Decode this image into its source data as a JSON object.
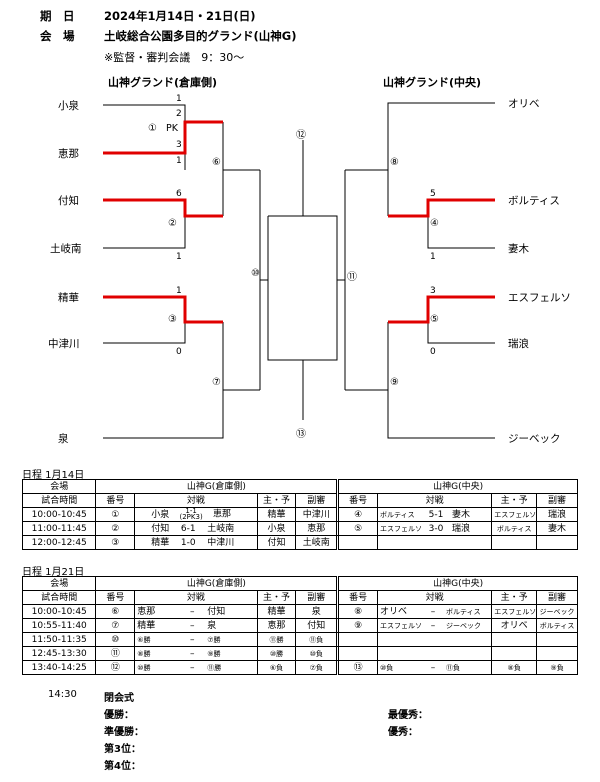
{
  "header": {
    "date_label": "期　日",
    "date_value": "2024年1月14日・21日(日)",
    "venue_label": "会　場",
    "venue_value": "土岐総合公園多目的グランド(山神G)",
    "meeting": "※監督・審判会議　9：30～"
  },
  "bracket": {
    "left_title": "山神グランド(倉庫側)",
    "right_title": "山神グランド(中央)",
    "left_teams": [
      "小泉",
      "恵那",
      "付知",
      "土岐南",
      "精華",
      "中津川",
      "泉"
    ],
    "right_teams": [
      "オリベ",
      "ボルティス",
      "妻木",
      "エスフェルソ",
      "瑞浪",
      "ジーベック"
    ],
    "match_marks": [
      "①",
      "②",
      "③",
      "④",
      "⑤",
      "⑥",
      "⑦",
      "⑧",
      "⑨",
      "⑩",
      "⑪",
      "⑫",
      "⑬"
    ],
    "pk": "PK",
    "scores": {
      "m1_top": "1",
      "m1_pk_top": "2",
      "m1_pk_bottom": "3",
      "m1_bottom": "1",
      "m2_top": "6",
      "m2_bottom": "1",
      "m3_top": "1",
      "m3_bottom": "0",
      "m4_top": "5",
      "m4_bottom": "1",
      "m5_top": "3",
      "m5_bottom": "0"
    }
  },
  "schedule1": {
    "title": "日程 1月14日",
    "venue_label": "会場",
    "left_venue": "山神G(倉庫側)",
    "right_venue": "山神G(中央)",
    "time_label": "試合時間",
    "no_label": "番号",
    "match_label": "対戦",
    "ref_label": "主・予",
    "sub_label": "副審",
    "rows": [
      {
        "time": "10:00-10:45",
        "l_no": "①",
        "l_a": "小泉",
        "l_score": "1-1",
        "l_pk": "(2PK3)",
        "l_b": "恵那",
        "l_ref": "精華",
        "l_sub": "中津川",
        "r_no": "④",
        "r_a": "ボルティス",
        "r_score": "5-1",
        "r_b": "妻木",
        "r_ref": "エスフェルソ",
        "r_sub": "瑞浪"
      },
      {
        "time": "11:00-11:45",
        "l_no": "②",
        "l_a": "付知",
        "l_score": "6-1",
        "l_pk": "",
        "l_b": "土岐南",
        "l_ref": "小泉",
        "l_sub": "恵那",
        "r_no": "⑤",
        "r_a": "エスフェルソ",
        "r_score": "3-0",
        "r_b": "瑞浪",
        "r_ref": "ボルティス",
        "r_sub": "妻木"
      },
      {
        "time": "12:00-12:45",
        "l_no": "③",
        "l_a": "精華",
        "l_score": "1-0",
        "l_pk": "",
        "l_b": "中津川",
        "l_ref": "付知",
        "l_sub": "土岐南",
        "r_no": "",
        "r_a": "",
        "r_score": "",
        "r_b": "",
        "r_ref": "",
        "r_sub": ""
      }
    ]
  },
  "schedule2": {
    "title": "日程 1月21日",
    "venue_label": "会場",
    "left_venue": "山神G(倉庫側)",
    "right_venue": "山神G(中央)",
    "time_label": "試合時間",
    "no_label": "番号",
    "match_label": "対戦",
    "ref_label": "主・予",
    "sub_label": "副審",
    "rows": [
      {
        "time": "10:00-10:45",
        "l_no": "⑥",
        "l_a": "恵那",
        "l_dash": "–",
        "l_b": "付知",
        "l_ref": "精華",
        "l_sub": "泉",
        "r_no": "⑧",
        "r_a": "オリベ",
        "r_dash": "–",
        "r_b": "ボルティス",
        "r_ref": "エスフェルソ",
        "r_sub": "ジーベック"
      },
      {
        "time": "10:55-11:40",
        "l_no": "⑦",
        "l_a": "精華",
        "l_dash": "–",
        "l_b": "泉",
        "l_ref": "恵那",
        "l_sub": "付知",
        "r_no": "⑨",
        "r_a": "エスフェルソ",
        "r_dash": "–",
        "r_b": "ジーベック",
        "r_ref": "オリベ",
        "r_sub": "ボルティス"
      },
      {
        "time": "11:50-11:35",
        "l_no": "⑩",
        "l_a": "⑥勝",
        "l_dash": "–",
        "l_b": "⑦勝",
        "l_ref": "⑪勝",
        "l_sub": "⑪負",
        "r_no": "",
        "r_a": "",
        "r_dash": "",
        "r_b": "",
        "r_ref": "",
        "r_sub": ""
      },
      {
        "time": "12:45-13:30",
        "l_no": "⑪",
        "l_a": "⑧勝",
        "l_dash": "–",
        "l_b": "⑨勝",
        "l_ref": "⑩勝",
        "l_sub": "⑩負",
        "r_no": "",
        "r_a": "",
        "r_dash": "",
        "r_b": "",
        "r_ref": "",
        "r_sub": ""
      },
      {
        "time": "13:40-14:25",
        "l_no": "⑫",
        "l_a": "⑩勝",
        "l_dash": "–",
        "l_b": "⑪勝",
        "l_ref": "⑥負",
        "l_sub": "⑦負",
        "r_no": "⑬",
        "r_a": "⑩負",
        "r_dash": "–",
        "r_b": "⑪負",
        "r_ref": "⑧負",
        "r_sub": "⑨負"
      }
    ]
  },
  "closing": {
    "time": "14:30",
    "label": "閉会式",
    "winner": "優勝：",
    "runner_up": "準優勝：",
    "third": "第3位：",
    "fourth": "第4位：",
    "mvp": "最優秀：",
    "excellent": "優秀："
  },
  "colors": {
    "winner_line": "#e00000",
    "line": "#000000"
  }
}
